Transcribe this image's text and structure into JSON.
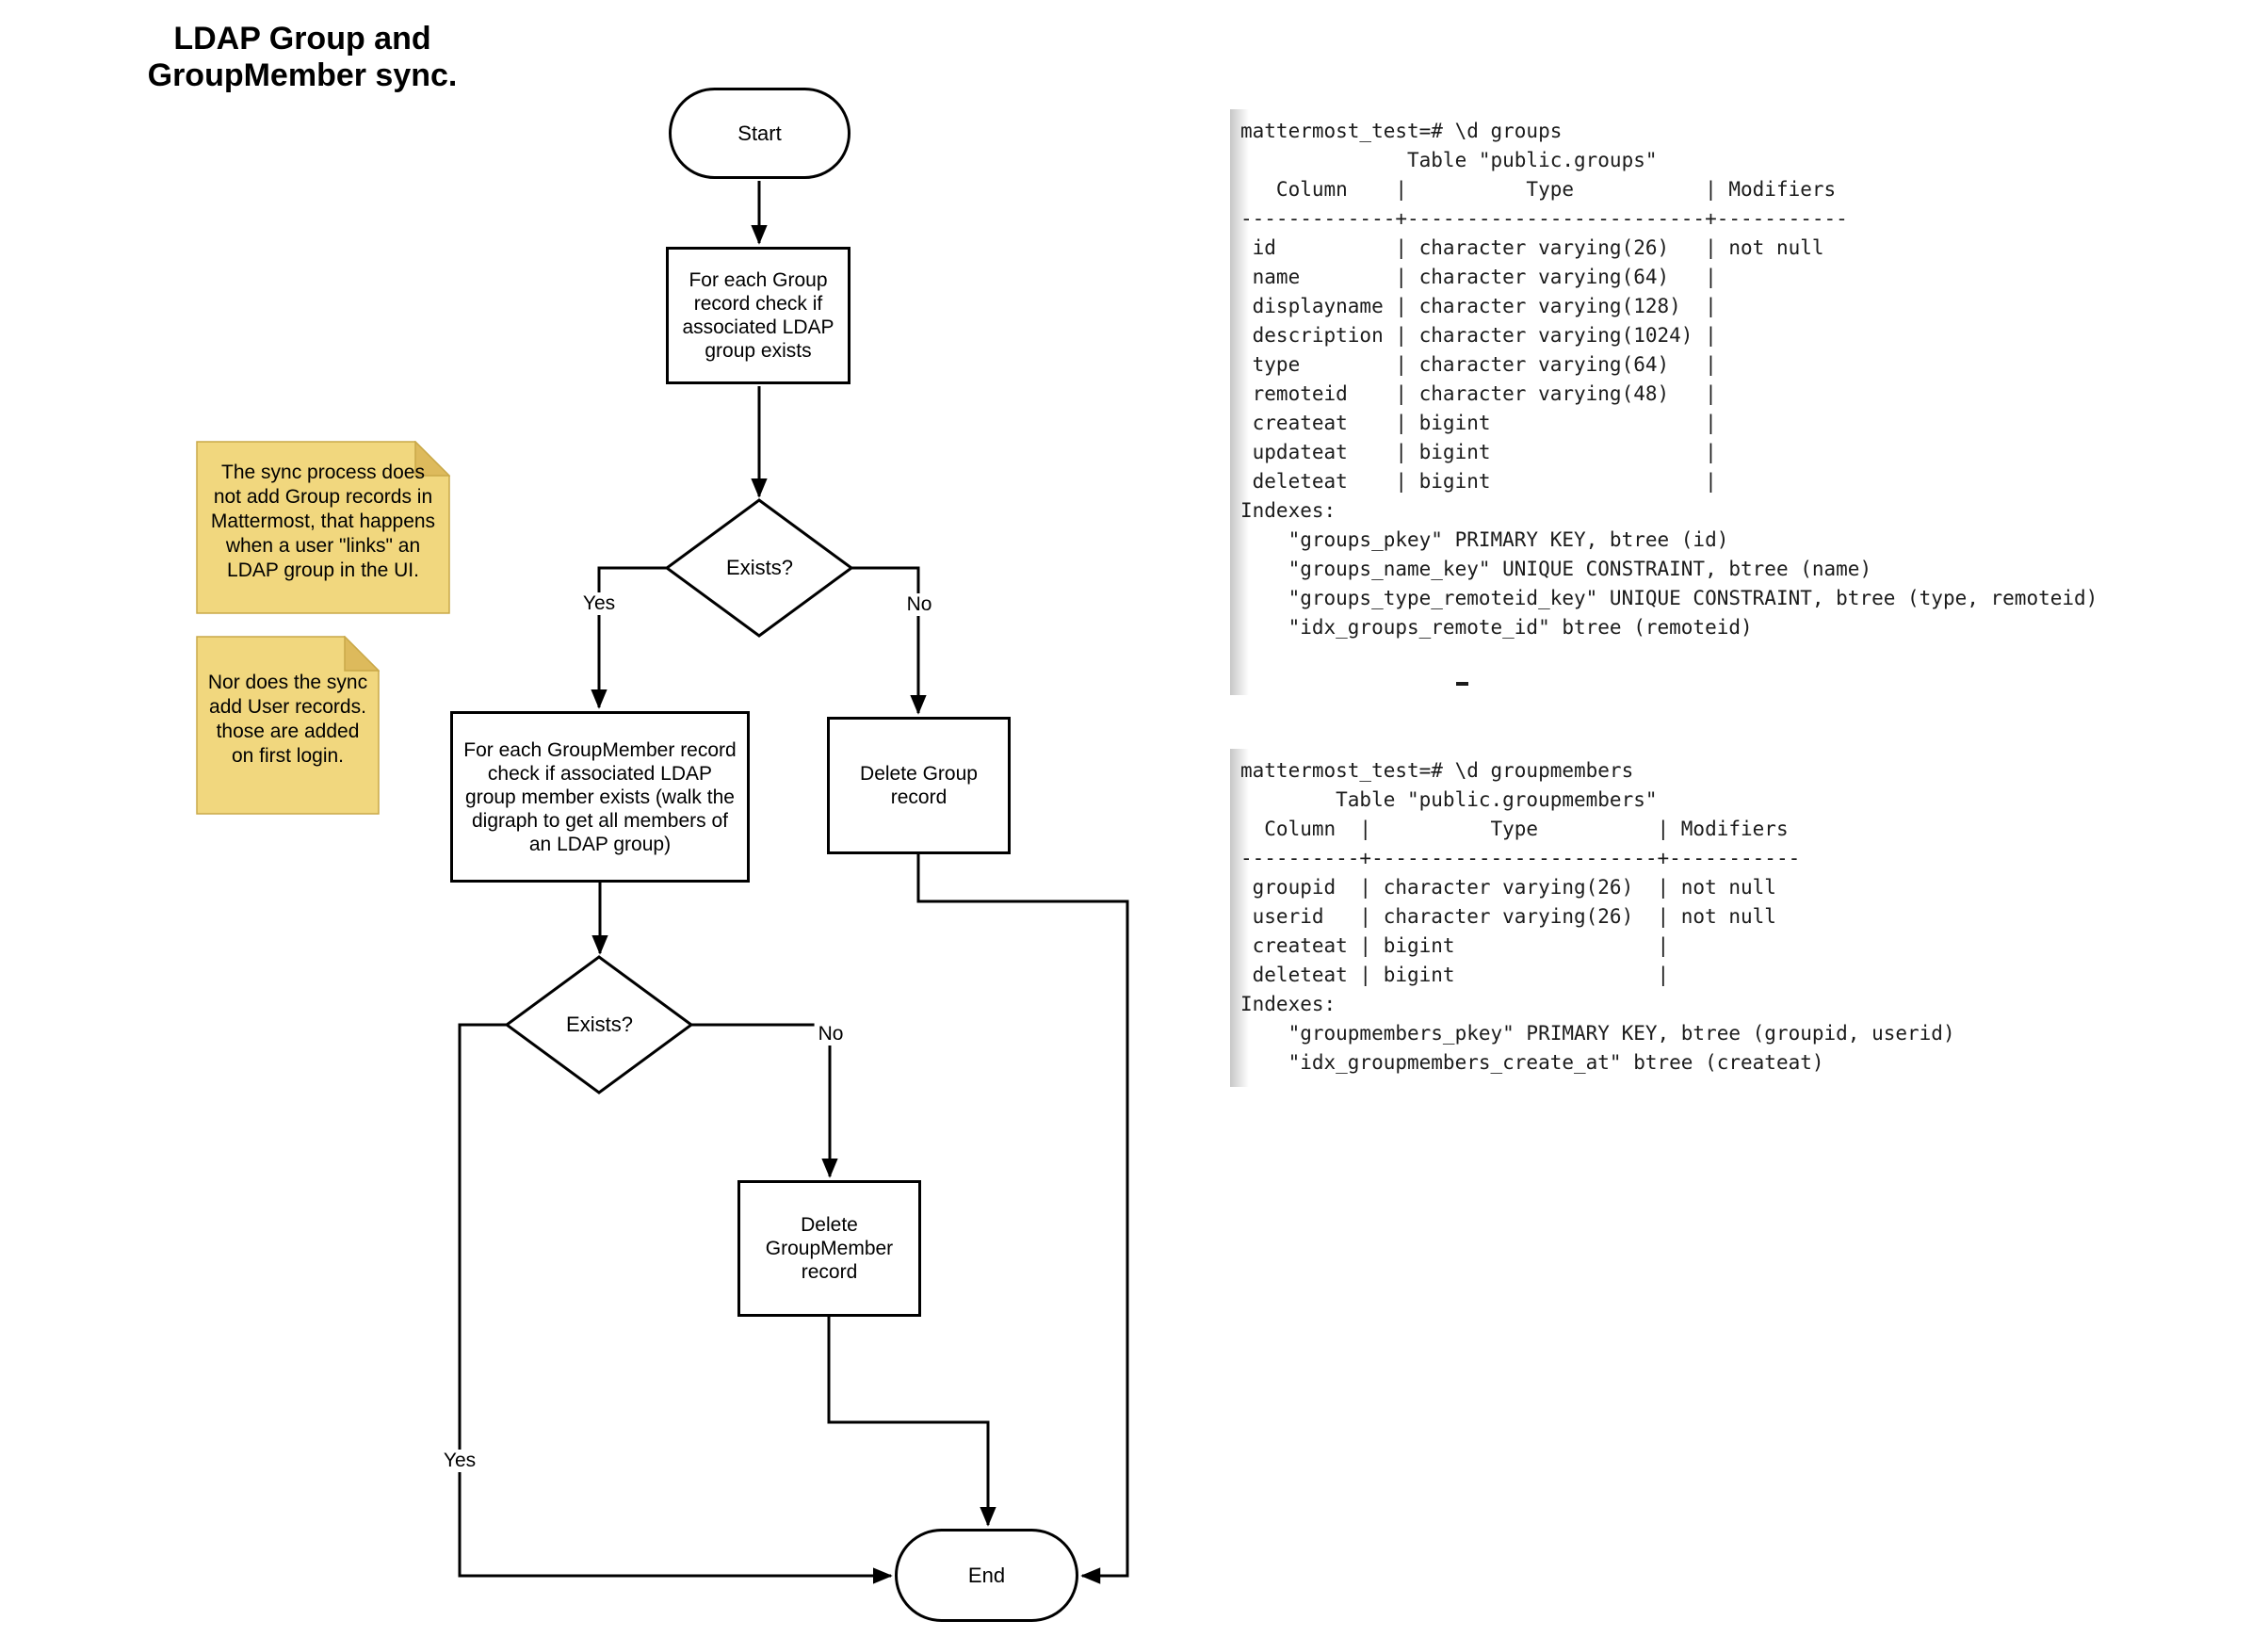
{
  "title": "LDAP Group and\nGroupMember sync.",
  "colors": {
    "sticky-body": "#F1D77E",
    "sticky-fold": "#DDBA5C",
    "sticky-border": "#C9A848",
    "line": "#000000",
    "code-text": "#1B1B1B",
    "strip": "#C7C7C7"
  },
  "flowchart": {
    "nodes": {
      "start": {
        "label": "Start"
      },
      "check_group": {
        "label": "For each Group\nrecord check if\nassociated LDAP\ngroup exists"
      },
      "exists_group": {
        "label": "Exists?"
      },
      "check_groupmember": {
        "label": "For each GroupMember record\ncheck if associated LDAP\ngroup member exists (walk the\ndigraph to get all members of\nan LDAP group)"
      },
      "delete_group": {
        "label": "Delete Group\nrecord"
      },
      "exists_groupmember": {
        "label": "Exists?"
      },
      "delete_groupmember": {
        "label": "Delete\nGroupMember\nrecord"
      },
      "end": {
        "label": "End"
      }
    },
    "edge_labels": {
      "yes1": "Yes",
      "no1": "No",
      "yes2": "Yes",
      "no2": "No"
    }
  },
  "notes": {
    "note1": {
      "text": "The sync process does\nnot add Group records in\nMattermost, that happens\nwhen a user \"links\" an\nLDAP group in the UI."
    },
    "note2": {
      "text": "Nor does the sync\nadd User records.\nthose are added\non first login."
    }
  },
  "terminals": {
    "groups": {
      "text": "mattermost_test=# \\d groups\n              Table \"public.groups\"\n   Column    |          Type           | Modifiers\n-------------+-------------------------+-----------\n id          | character varying(26)   | not null\n name        | character varying(64)   |\n displayname | character varying(128)  |\n description | character varying(1024) |\n type        | character varying(64)   |\n remoteid    | character varying(48)   |\n createat    | bigint                  |\n updateat    | bigint                  |\n deleteat    | bigint                  |\nIndexes:\n    \"groups_pkey\" PRIMARY KEY, btree (id)\n    \"groups_name_key\" UNIQUE CONSTRAINT, btree (name)\n    \"groups_type_remoteid_key\" UNIQUE CONSTRAINT, btree (type, remoteid)\n    \"idx_groups_remote_id\" btree (remoteid)"
    },
    "groupmembers": {
      "text": "mattermost_test=# \\d groupmembers\n        Table \"public.groupmembers\"\n  Column  |          Type          | Modifiers\n----------+------------------------+-----------\n groupid  | character varying(26)  | not null\n userid   | character varying(26)  | not null\n createat | bigint                 |\n deleteat | bigint                 |\nIndexes:\n    \"groupmembers_pkey\" PRIMARY KEY, btree (groupid, userid)\n    \"idx_groupmembers_create_at\" btree (createat)"
    }
  }
}
